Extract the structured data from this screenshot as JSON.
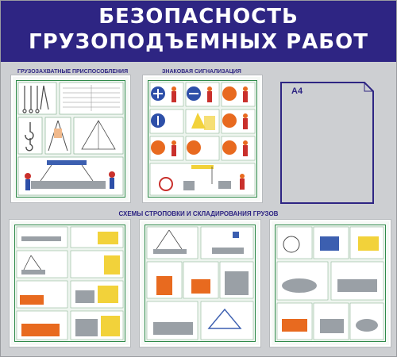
{
  "header": {
    "line1": "БЕЗОПАСНОСТЬ",
    "line2": "ГРУЗОПОДЪЕМНЫХ РАБОТ"
  },
  "top_panels": [
    {
      "title": "ГРУЗОЗАХВАТНЫЕ ПРИСПОСОБЛЕНИЯ"
    },
    {
      "title": "ЗНАКОВАЯ СИГНАЛИЗАЦИЯ"
    }
  ],
  "pocket": {
    "label": "А4"
  },
  "section2": {
    "title": "СХЕМЫ СТРОПОВКИ И СКЛАДИРОВАНИЯ ГРУЗОВ"
  },
  "colors": {
    "header_bg": "#2e2583",
    "stand_bg": "#cdcfd2",
    "panel_frame": "#2f8a4a",
    "accent_orange": "#e86a1f",
    "accent_yellow": "#f2d23a",
    "accent_blue": "#2d4fa8",
    "accent_red": "#c9302c"
  }
}
